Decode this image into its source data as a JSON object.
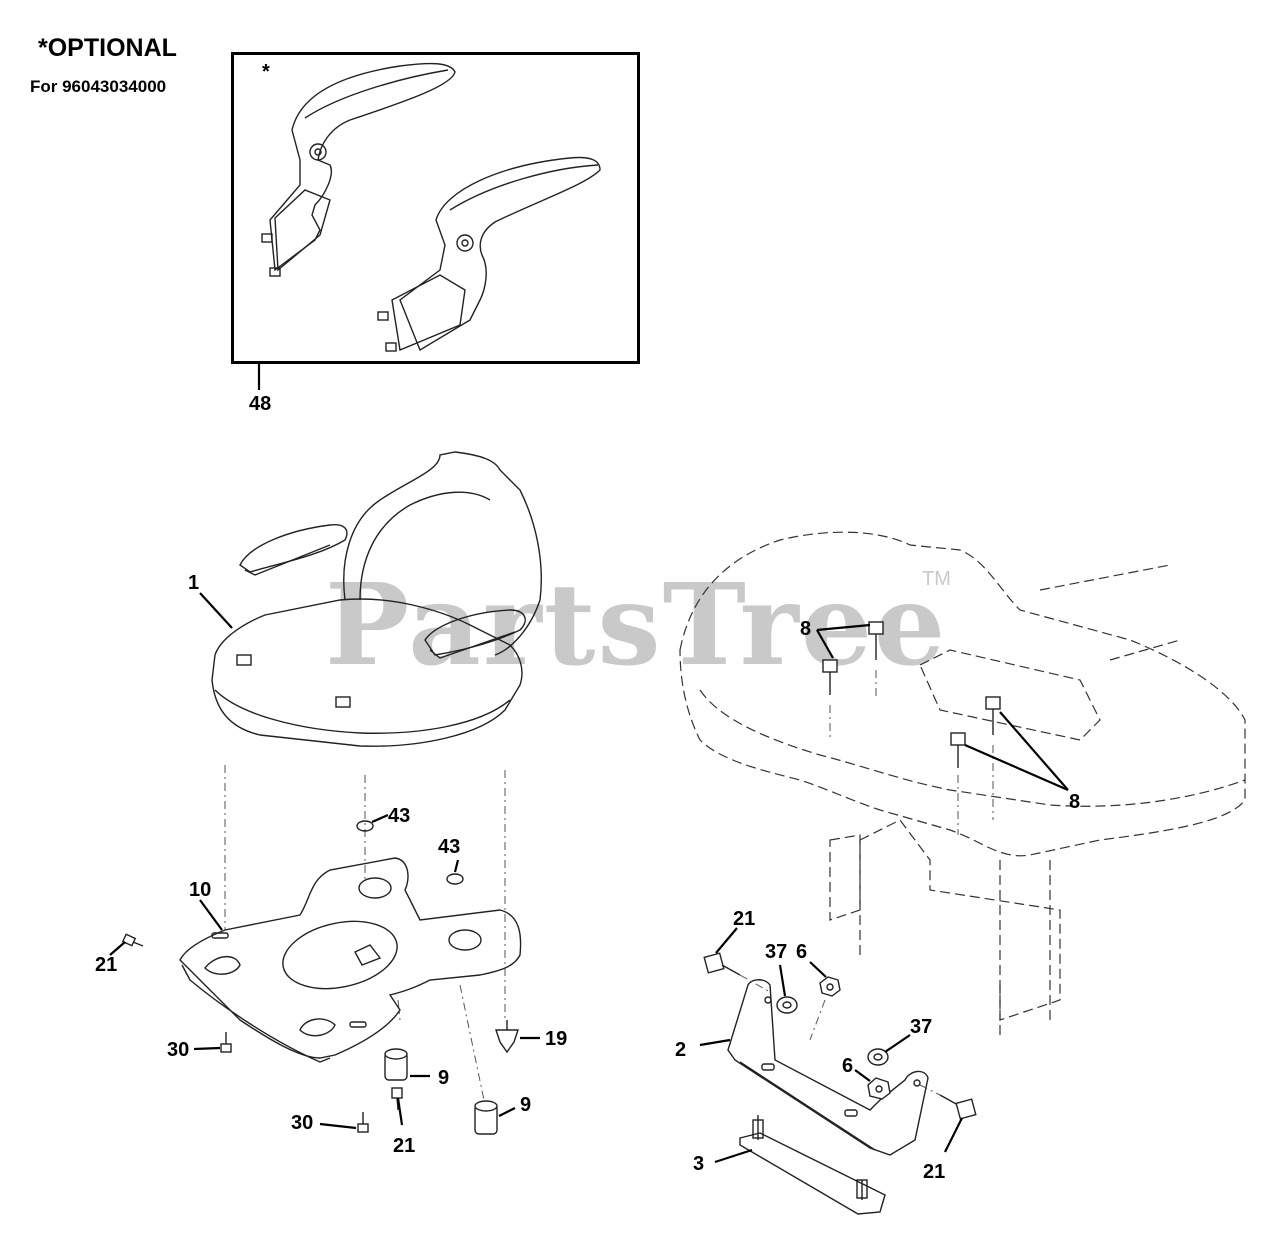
{
  "header": {
    "title": "*OPTIONAL",
    "subtitle": "For 96043034000"
  },
  "optional_box": {
    "asterisk": "*",
    "callout": "48"
  },
  "watermark": {
    "text": "PartsTree",
    "trademark": "TM"
  },
  "callouts": {
    "seat": "1",
    "pan": "10",
    "bolt_left": "21",
    "plug_1": "43",
    "plug_2": "43",
    "screw_1": "30",
    "screw_2": "30",
    "spacer_1": "9",
    "spacer_2": "9",
    "knob": "19",
    "bolt_bottom": "21",
    "frame_bolts_top": "8",
    "frame_bolts_right": "8",
    "bracket_bolt_top": "21",
    "washer_top": "37",
    "nut_top": "6",
    "bracket": "2",
    "washer_right": "37",
    "nut_right": "6",
    "plate": "3",
    "bracket_bolt_bottom": "21"
  }
}
